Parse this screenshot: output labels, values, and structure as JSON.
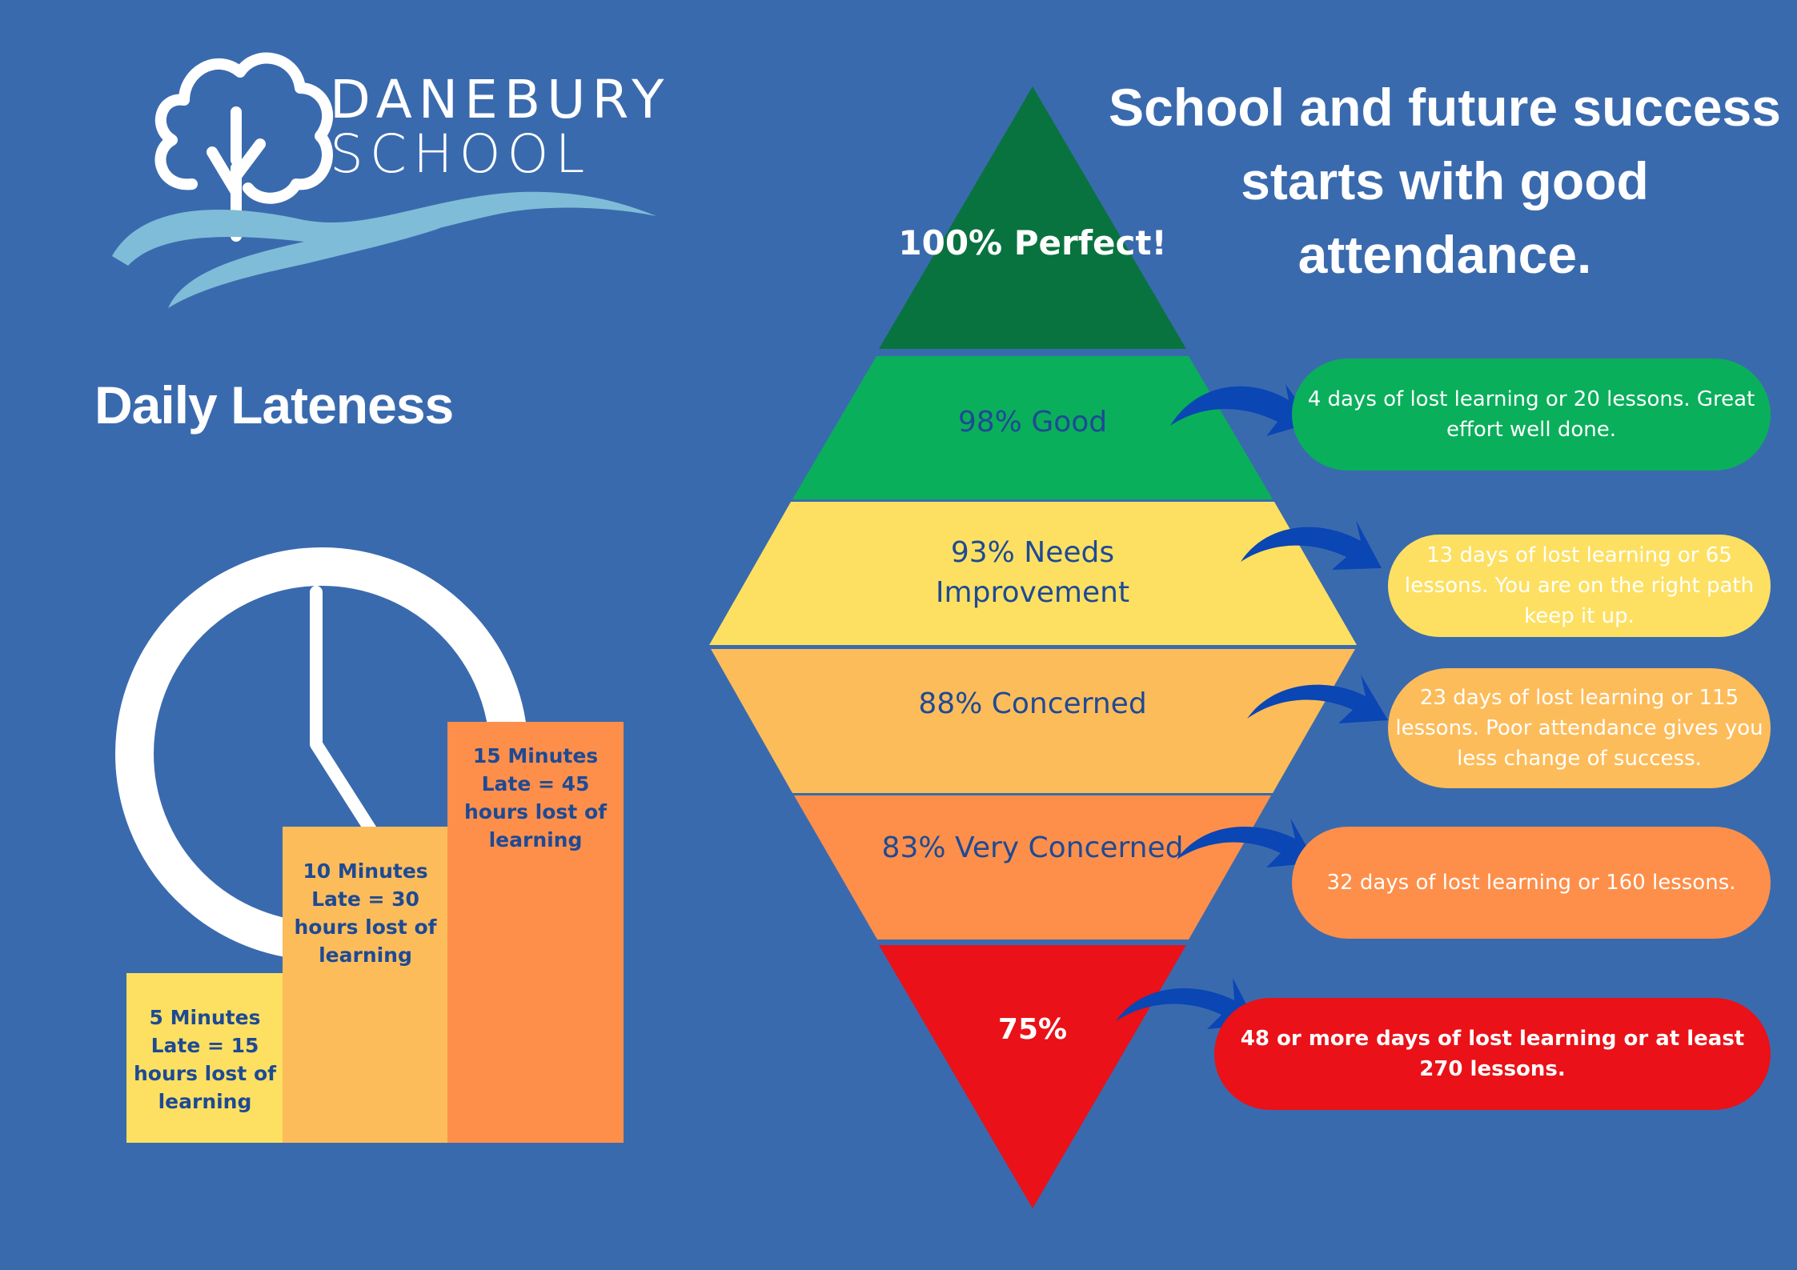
{
  "logo": {
    "line1": "DANEBURY",
    "line2": "SCHOOL",
    "icon": "tree-icon"
  },
  "headline": "School and future success starts with good attendance.",
  "daily_lateness": {
    "title": "Daily Lateness",
    "bars": [
      {
        "label": "5 Minutes Late = 15 hours lost of learning",
        "color": "#fde061"
      },
      {
        "label": "10 Minutes Late = 30 hours lost of learning",
        "color": "#fdbc5a"
      },
      {
        "label": "15 Minutes Late = 45 hours lost of learning",
        "color": "#fd8f4b"
      }
    ]
  },
  "tiers": [
    {
      "label": "100% Perfect!",
      "color": "#08733f"
    },
    {
      "label": "98% Good",
      "color": "#0aaf5b",
      "note": "4 days of lost learning or 20 lessons. Great effort well done."
    },
    {
      "label": "93% Needs Improvement",
      "color": "#fde061",
      "note": "13 days of lost learning or 65 lessons. You are on the right path keep it up."
    },
    {
      "label": "88% Concerned",
      "color": "#fdbc5a",
      "note": "23 days of lost learning or 115 lessons. Poor attendance gives you less change of success."
    },
    {
      "label": "83% Very Concerned",
      "color": "#fd8f4b",
      "note": "32 days  of lost learning or 160 lessons."
    },
    {
      "label": "75%",
      "color": "#ea1118",
      "note": "48 or more  days  of lost learning or at least 270 lessons."
    }
  ],
  "colors": {
    "background": "#3a6aae",
    "text_dark": "#1e4a94",
    "arrow": "#0a46b4",
    "wave": "#7fbcd8"
  }
}
